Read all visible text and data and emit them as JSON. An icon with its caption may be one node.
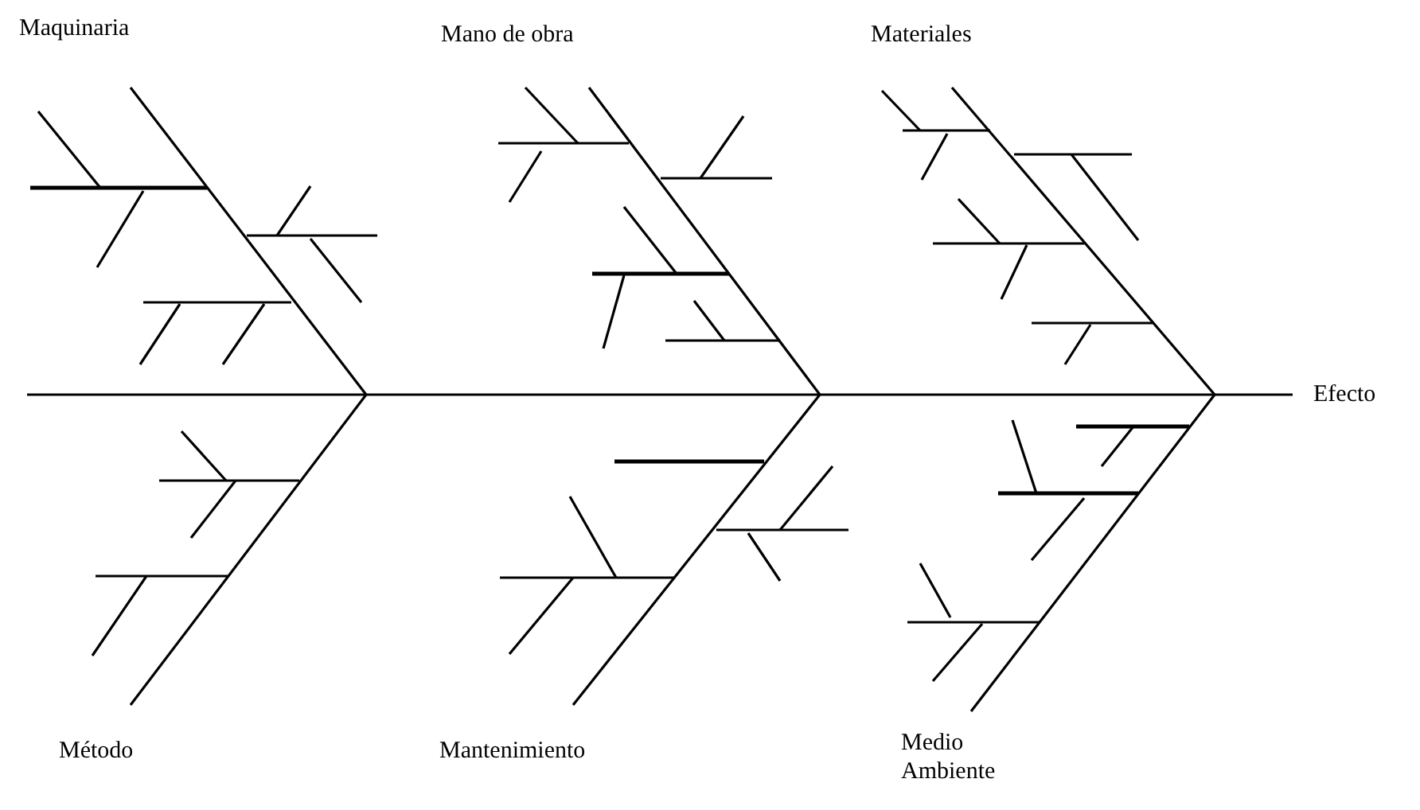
{
  "diagram": {
    "labels": [
      "Maquinaria",
      "Mano de obra",
      "Materiales",
      "Efecto",
      "Método",
      "Mantenimiento",
      "Medio Ambiente"
    ]
  }
}
